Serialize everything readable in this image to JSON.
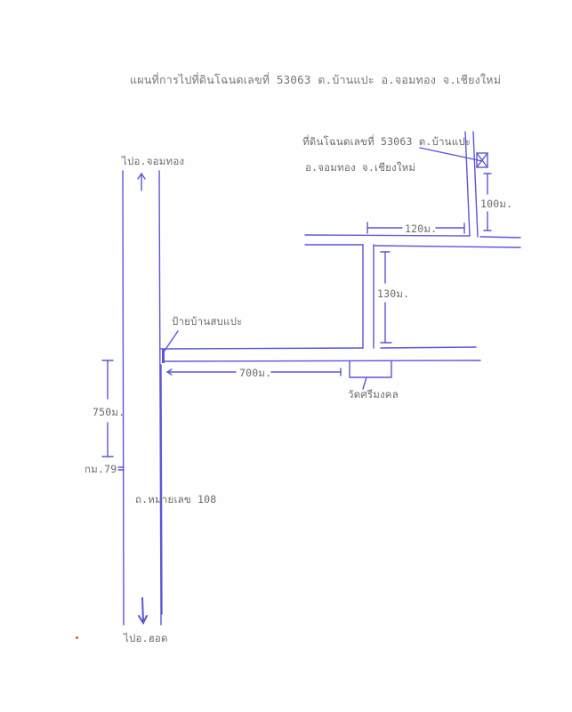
{
  "title": "แผนที่การไปที่ดินโฉนดเลขที่ 53063 ต.บ้านแปะ อ.จอมทอง จ.เชียงใหม่",
  "land_label": {
    "line1": "ที่ดินโฉนดเลขที่ 53063 ต.บ้านแปะ",
    "line2": "อ.จอมทอง จ.เชียงใหม่"
  },
  "directions": {
    "north": "ไปอ.จอมทอง",
    "south": "ไปอ.ฮอด"
  },
  "roads": {
    "main_road": "ถ.หมายเลข 108",
    "km_marker": "กม.79"
  },
  "landmarks": {
    "village_sign": "ป้ายบ้านสบแปะ",
    "temple": "วัดศรีมงคล"
  },
  "distances": {
    "d750": "750ม.",
    "d700": "700ม.",
    "d130": "130ม.",
    "d120": "120ม.",
    "d100": "100ม."
  },
  "colors": {
    "ink": "#5b57d6",
    "text": "#6b6b6b"
  }
}
